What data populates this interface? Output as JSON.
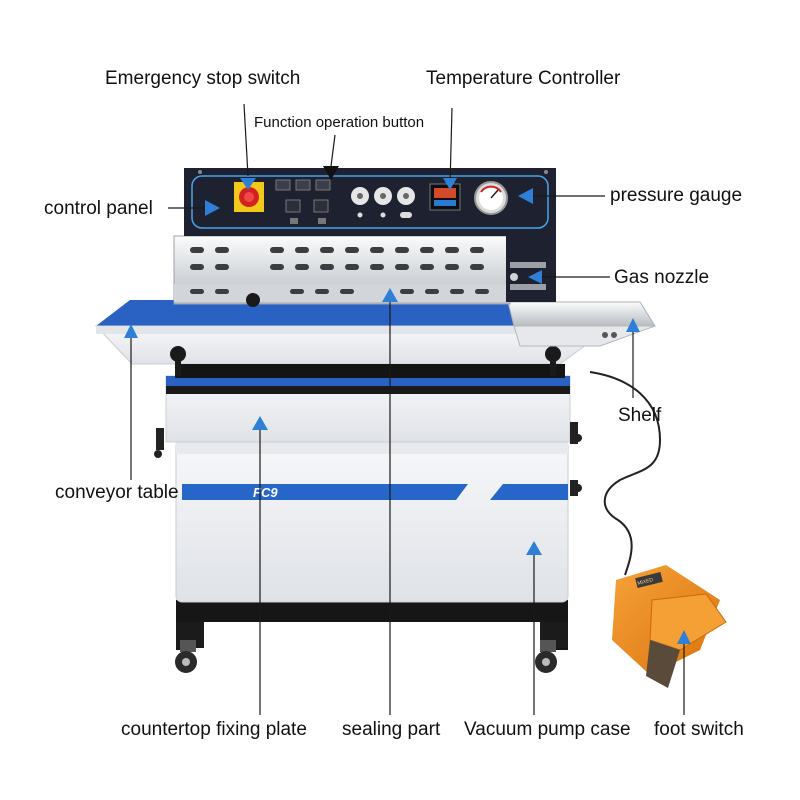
{
  "labels": {
    "emergency_stop": "Emergency stop switch",
    "temperature_controller": "Temperature Controller",
    "function_button": "Function operation button",
    "control_panel": "control panel",
    "pressure_gauge": "pressure gauge",
    "gas_nozzle": "Gas nozzle",
    "shelf": "Shelf",
    "conveyor_table": "conveyor table",
    "countertop_plate": "countertop fixing plate",
    "sealing_part": "sealing part",
    "vacuum_pump_case": "Vacuum pump case",
    "foot_switch": "foot switch"
  },
  "machine": {
    "model": "FC9",
    "foot_pedal_text": "MIXED"
  },
  "colors": {
    "pointer": "#2f7fd6",
    "stripe": "#2566c8",
    "panel": "#1e2230",
    "panel_outline": "#4aa3e8",
    "body": "#f1f2f4",
    "pedal": "#f08c1a"
  },
  "icons": [
    "pointer-arrow-icon"
  ]
}
